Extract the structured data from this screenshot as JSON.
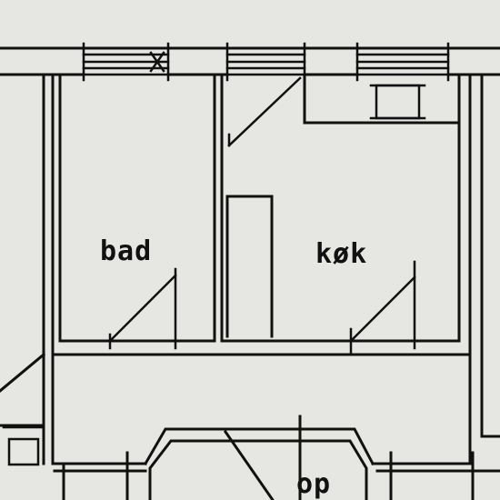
{
  "plan": {
    "rooms": [
      {
        "id": "bad",
        "label": "bad"
      },
      {
        "id": "kok",
        "label": "køk"
      },
      {
        "id": "op",
        "label": "op"
      }
    ]
  },
  "colors": {
    "paper": "#e6e6e3",
    "ink": "#111111"
  }
}
